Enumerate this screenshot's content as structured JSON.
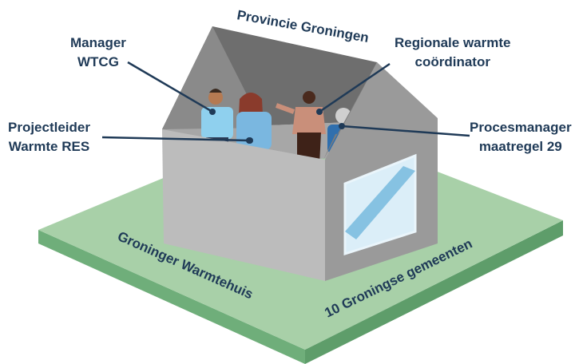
{
  "roof_label": "Provincie Groningen",
  "base_label_left": "Groninger Warmtehuis",
  "base_label_right": "10 Groningse gemeenten",
  "roles": {
    "manager": {
      "line1": "Manager",
      "line2": "WTCG"
    },
    "projectleider": {
      "line1": "Projectleider",
      "line2": "Warmte RES"
    },
    "regionale": {
      "line1": "Regionale warmte",
      "line2": "coördinator"
    },
    "procesmanager": {
      "line1": "Procesmanager",
      "line2": "maatregel 29"
    }
  },
  "colors": {
    "text": "#1f3a57",
    "ground_top": "#a8d0a8",
    "ground_side": "#6fae7a",
    "wall_front": "#bcbcbc",
    "wall_side": "#9a9a9a",
    "roof": "#6e6e6e",
    "window": "#dbeef8",
    "window_stripe": "#86c2e2"
  }
}
